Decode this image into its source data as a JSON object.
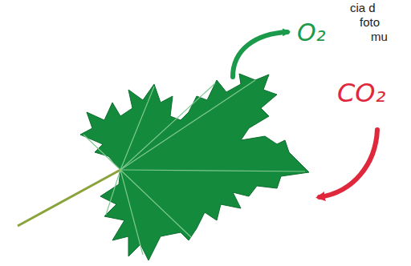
{
  "diagram": {
    "labels": [
      "cia d",
      "foto",
      "mu",
      "O₂",
      "CO₂"
    ]
  }
}
